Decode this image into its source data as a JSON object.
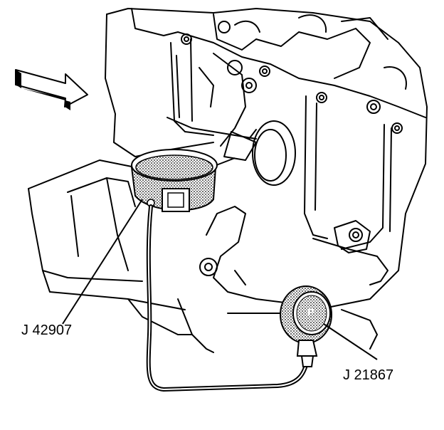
{
  "diagram": {
    "callouts": [
      {
        "id": "oil-filter-adapter-tool",
        "text": "J 42907"
      },
      {
        "id": "pressure-gauge",
        "text": "J 21867"
      }
    ],
    "gauge_face_letter": "P",
    "direction_indicator": "arrow-right-icon",
    "colors": {
      "ink": "#000000",
      "shade": "#8a8a8a",
      "paper": "#ffffff"
    }
  }
}
